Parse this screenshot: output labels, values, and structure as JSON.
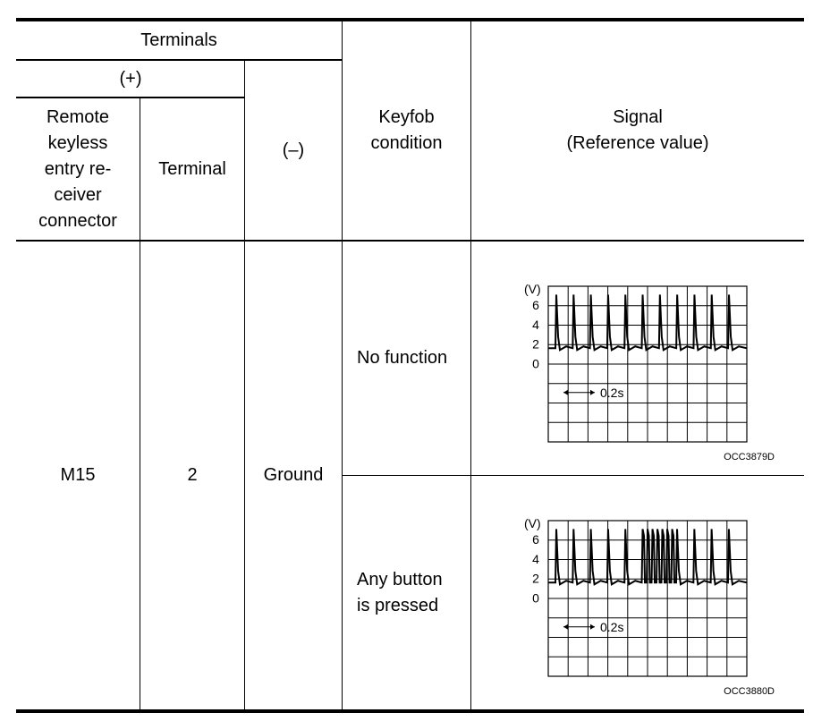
{
  "table": {
    "header": {
      "terminals": "Terminals",
      "plus": "(+)",
      "connector": "Remote\nkeyless\nentry re-\nceiver\nconnector",
      "terminal": "Terminal",
      "minus": "(–)",
      "keyfob_condition": "Keyfob\ncondition",
      "signal": "Signal\n(Reference value)"
    },
    "row": {
      "connector": "M15",
      "terminal": "2",
      "ground": "Ground"
    },
    "conditions": [
      {
        "label": "No function",
        "figure_id": "OCC3879D",
        "time_label": "0.2s",
        "v_unit": "(V)",
        "v_ticks": [
          "6",
          "4",
          "2",
          "0"
        ]
      },
      {
        "label": "Any button\nis pressed",
        "figure_id": "OCC3880D",
        "time_label": "0.2s",
        "v_unit": "(V)",
        "v_ticks": [
          "6",
          "4",
          "2",
          "0"
        ]
      }
    ]
  }
}
